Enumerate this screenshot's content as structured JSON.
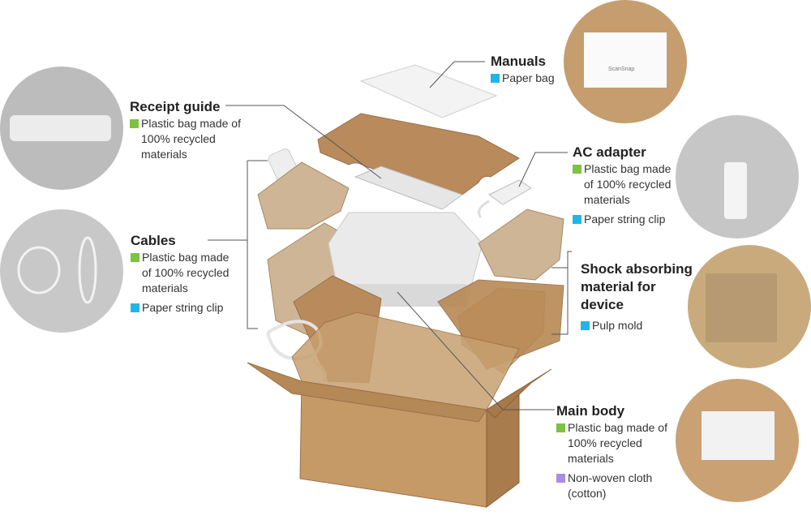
{
  "colors": {
    "green": "#7dc242",
    "cyan": "#1fb6e6",
    "purple": "#a98de0",
    "cardboard": "#c49a6c",
    "pulp": "#d3bfa0"
  },
  "labels": {
    "manuals": {
      "title": "Manuals",
      "items": [
        {
          "color": "cyan",
          "lines": [
            "Paper bag"
          ]
        }
      ]
    },
    "receipt": {
      "title": "Receipt guide",
      "items": [
        {
          "color": "green",
          "lines": [
            "Plastic bag made of",
            "100% recycled",
            "materials"
          ]
        }
      ]
    },
    "cables": {
      "title": "Cables",
      "items": [
        {
          "color": "green",
          "lines": [
            "Plastic bag made",
            "of 100% recycled",
            "materials"
          ]
        },
        {
          "color": "cyan",
          "lines": [
            "Paper string clip"
          ]
        }
      ]
    },
    "ac": {
      "title": "AC adapter",
      "items": [
        {
          "color": "green",
          "lines": [
            "Plastic bag made",
            "of 100% recycled",
            "materials"
          ]
        },
        {
          "color": "cyan",
          "lines": [
            "Paper string clip"
          ]
        }
      ]
    },
    "shock": {
      "title": [
        "Shock absorbing",
        "material for",
        "device"
      ],
      "items": [
        {
          "color": "cyan",
          "lines": [
            "Pulp mold"
          ]
        }
      ]
    },
    "main": {
      "title": "Main body",
      "items": [
        {
          "color": "green",
          "lines": [
            "Plastic bag made of",
            "100% recycled",
            "materials"
          ]
        },
        {
          "color": "purple",
          "lines": [
            "Non-woven cloth",
            "(cotton)"
          ]
        }
      ]
    }
  },
  "manual_cover_text": "ScanSnap"
}
